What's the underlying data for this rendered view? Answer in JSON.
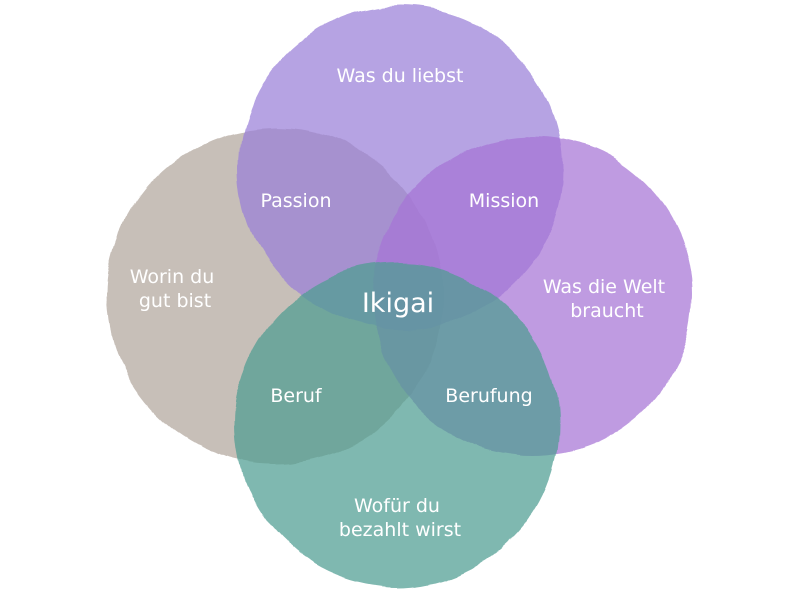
{
  "diagram": {
    "type": "venn",
    "circles": [
      {
        "id": "top",
        "label": [
          "Was du liebst"
        ],
        "color": "#9a80d8"
      },
      {
        "id": "left",
        "label": [
          "Worin du",
          "gut bist"
        ],
        "color": "#b2a69c"
      },
      {
        "id": "right",
        "label": [
          "Was die Welt",
          "braucht"
        ],
        "color": "#a673d6"
      },
      {
        "id": "bottom",
        "label": [
          "Wofür du",
          "bezahlt wirst"
        ],
        "color": "#4e9c92"
      }
    ],
    "overlaps": [
      {
        "id": "passion",
        "label": "Passion"
      },
      {
        "id": "mission",
        "label": "Mission"
      },
      {
        "id": "beruf",
        "label": "Beruf"
      },
      {
        "id": "berufung",
        "label": "Berufung"
      }
    ],
    "center": {
      "label": "Ikigai"
    }
  }
}
